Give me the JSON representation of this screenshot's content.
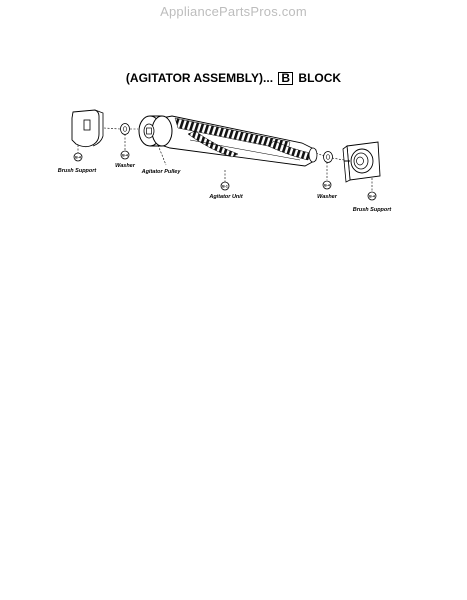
{
  "watermark": "AppliancePartsPros.com",
  "title": {
    "prefix": "(AGITATOR ASSEMBLY)...",
    "block_letter": "B",
    "suffix": "BLOCK"
  },
  "parts": [
    {
      "label": "Brush Support",
      "ref": "B-4"
    },
    {
      "label": "Washer",
      "ref": "B-4"
    },
    {
      "label": "Agitator Pulley",
      "ref": ""
    },
    {
      "label": "Agitator Unit",
      "ref": "B-1"
    },
    {
      "label": "Washer",
      "ref": "B-4"
    },
    {
      "label": "Brush Support",
      "ref": "B-4"
    }
  ]
}
